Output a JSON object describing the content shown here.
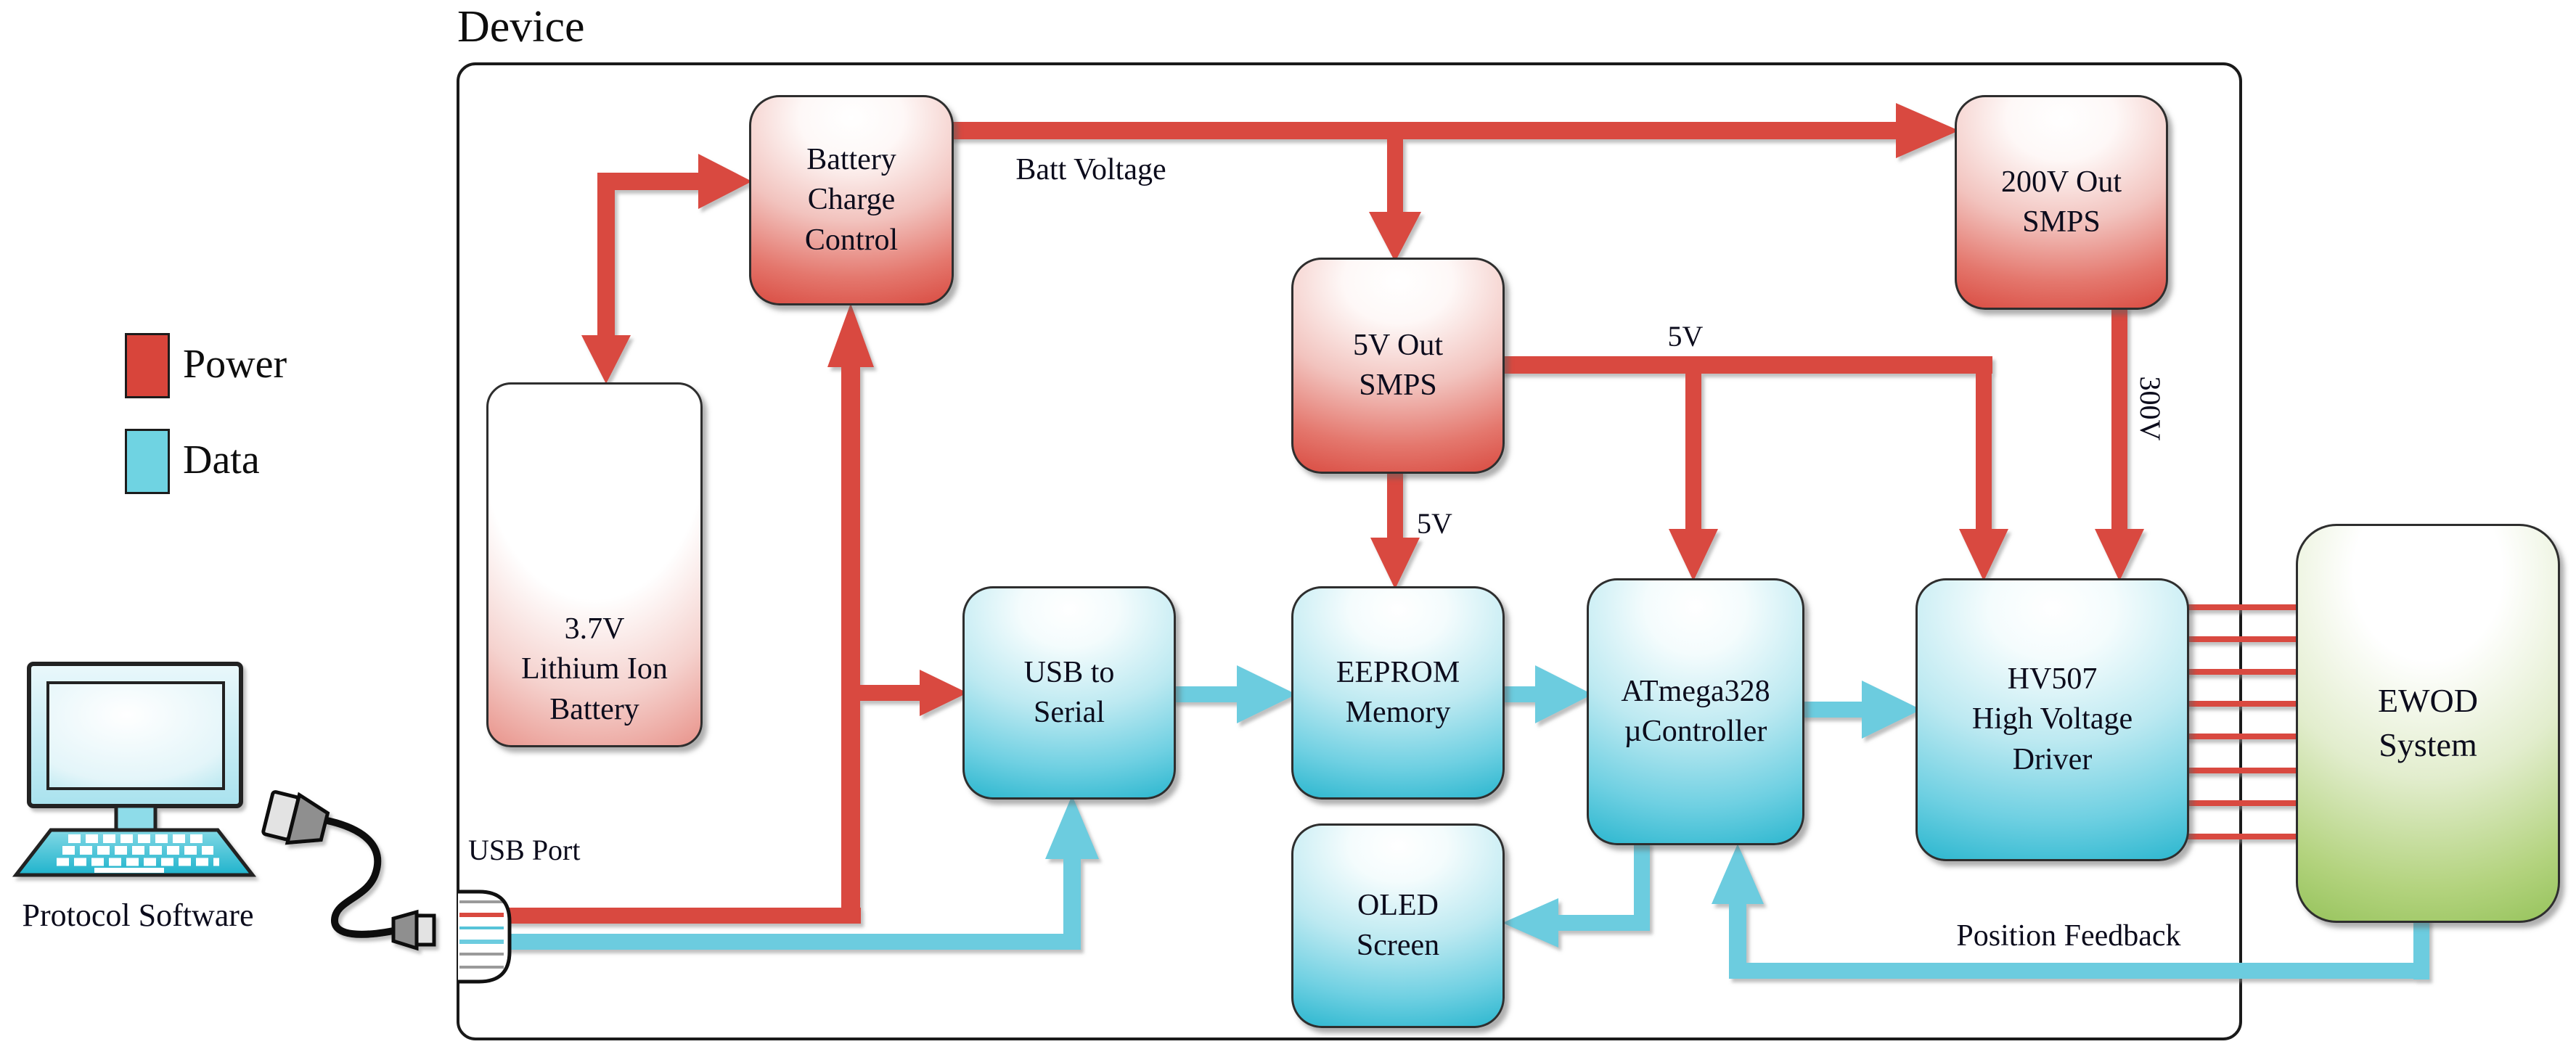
{
  "title": "Device",
  "legend": {
    "power": {
      "label": "Power",
      "color": "#d8453b"
    },
    "data": {
      "label": "Data",
      "color": "#6fd3e2"
    }
  },
  "computer": {
    "label": "Protocol Software"
  },
  "blocks": {
    "bcc": {
      "l1": "Battery",
      "l2": "Charge",
      "l3": "Control"
    },
    "battery": {
      "l1": "3.7V",
      "l2": "Lithium Ion",
      "l3": "Battery"
    },
    "smps5": {
      "l1": "5V Out",
      "l2": "SMPS"
    },
    "smps200": {
      "l1": "200V Out",
      "l2": "SMPS"
    },
    "usb_serial": {
      "l1": "USB to",
      "l2": "Serial"
    },
    "eeprom": {
      "l1": "EEPROM",
      "l2": "Memory"
    },
    "atmega": {
      "l1": "ATmega328",
      "l2": "µController"
    },
    "hv507": {
      "l1": "HV507",
      "l2": "High Voltage",
      "l3": "Driver"
    },
    "oled": {
      "l1": "OLED",
      "l2": "Screen"
    },
    "ewod": {
      "l1": "EWOD",
      "l2": "System"
    }
  },
  "labels": {
    "batt_voltage": "Batt Voltage",
    "usb_port": "USB Port",
    "five_v_vertical": "5V",
    "five_v_horizontal": "5V",
    "three_hundred_v": "300V",
    "position_feedback": "Position Feedback"
  },
  "colors": {
    "power_line": "#d9493f",
    "data_line": "#6cccdf",
    "ewod_green": "#8fbf53"
  }
}
